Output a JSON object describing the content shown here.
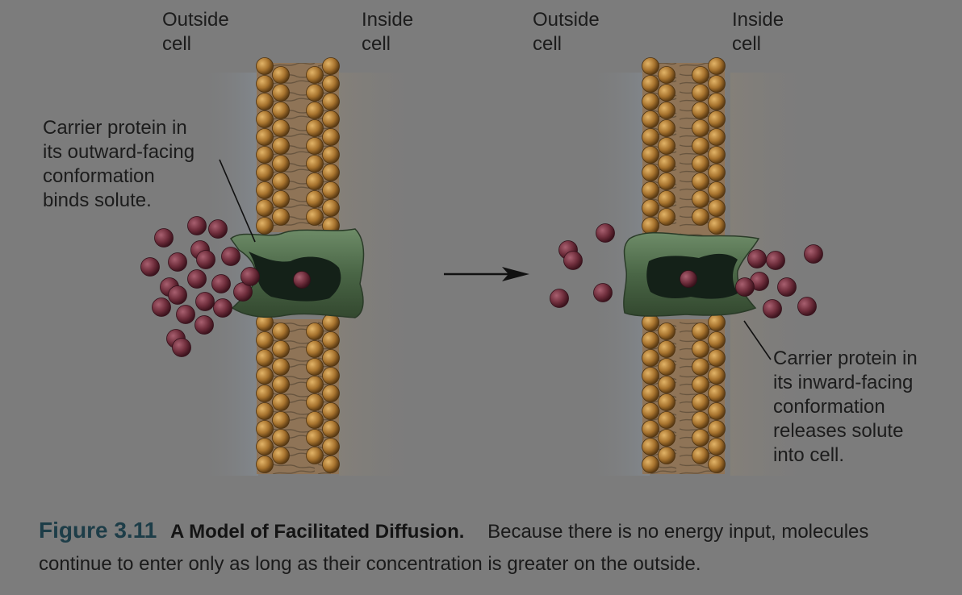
{
  "panel_left": {
    "outside_label": "Outside\ncell",
    "inside_label": "Inside\ncell",
    "callout": "Carrier protein in\nits outward-facing\nconformation\nbinds solute."
  },
  "panel_right": {
    "outside_label": "Outside\ncell",
    "inside_label": "Inside\ncell",
    "callout": "Carrier protein in\nits inward-facing\nconformation\nreleases solute\ninto cell."
  },
  "caption": {
    "figure_number": "Figure 3.11",
    "title": "A Model of Facilitated Diffusion.",
    "text": "Because there is no energy input, molecules continue to enter only as long as their concentration is greater on the outside."
  },
  "colors": {
    "background": "#7c7c7c",
    "lipid_head": "#a8742f",
    "protein": "#4f6b4d",
    "solute": "#7a3442",
    "outside_tint": "#8a9098",
    "inside_tint": "#8a8276"
  }
}
